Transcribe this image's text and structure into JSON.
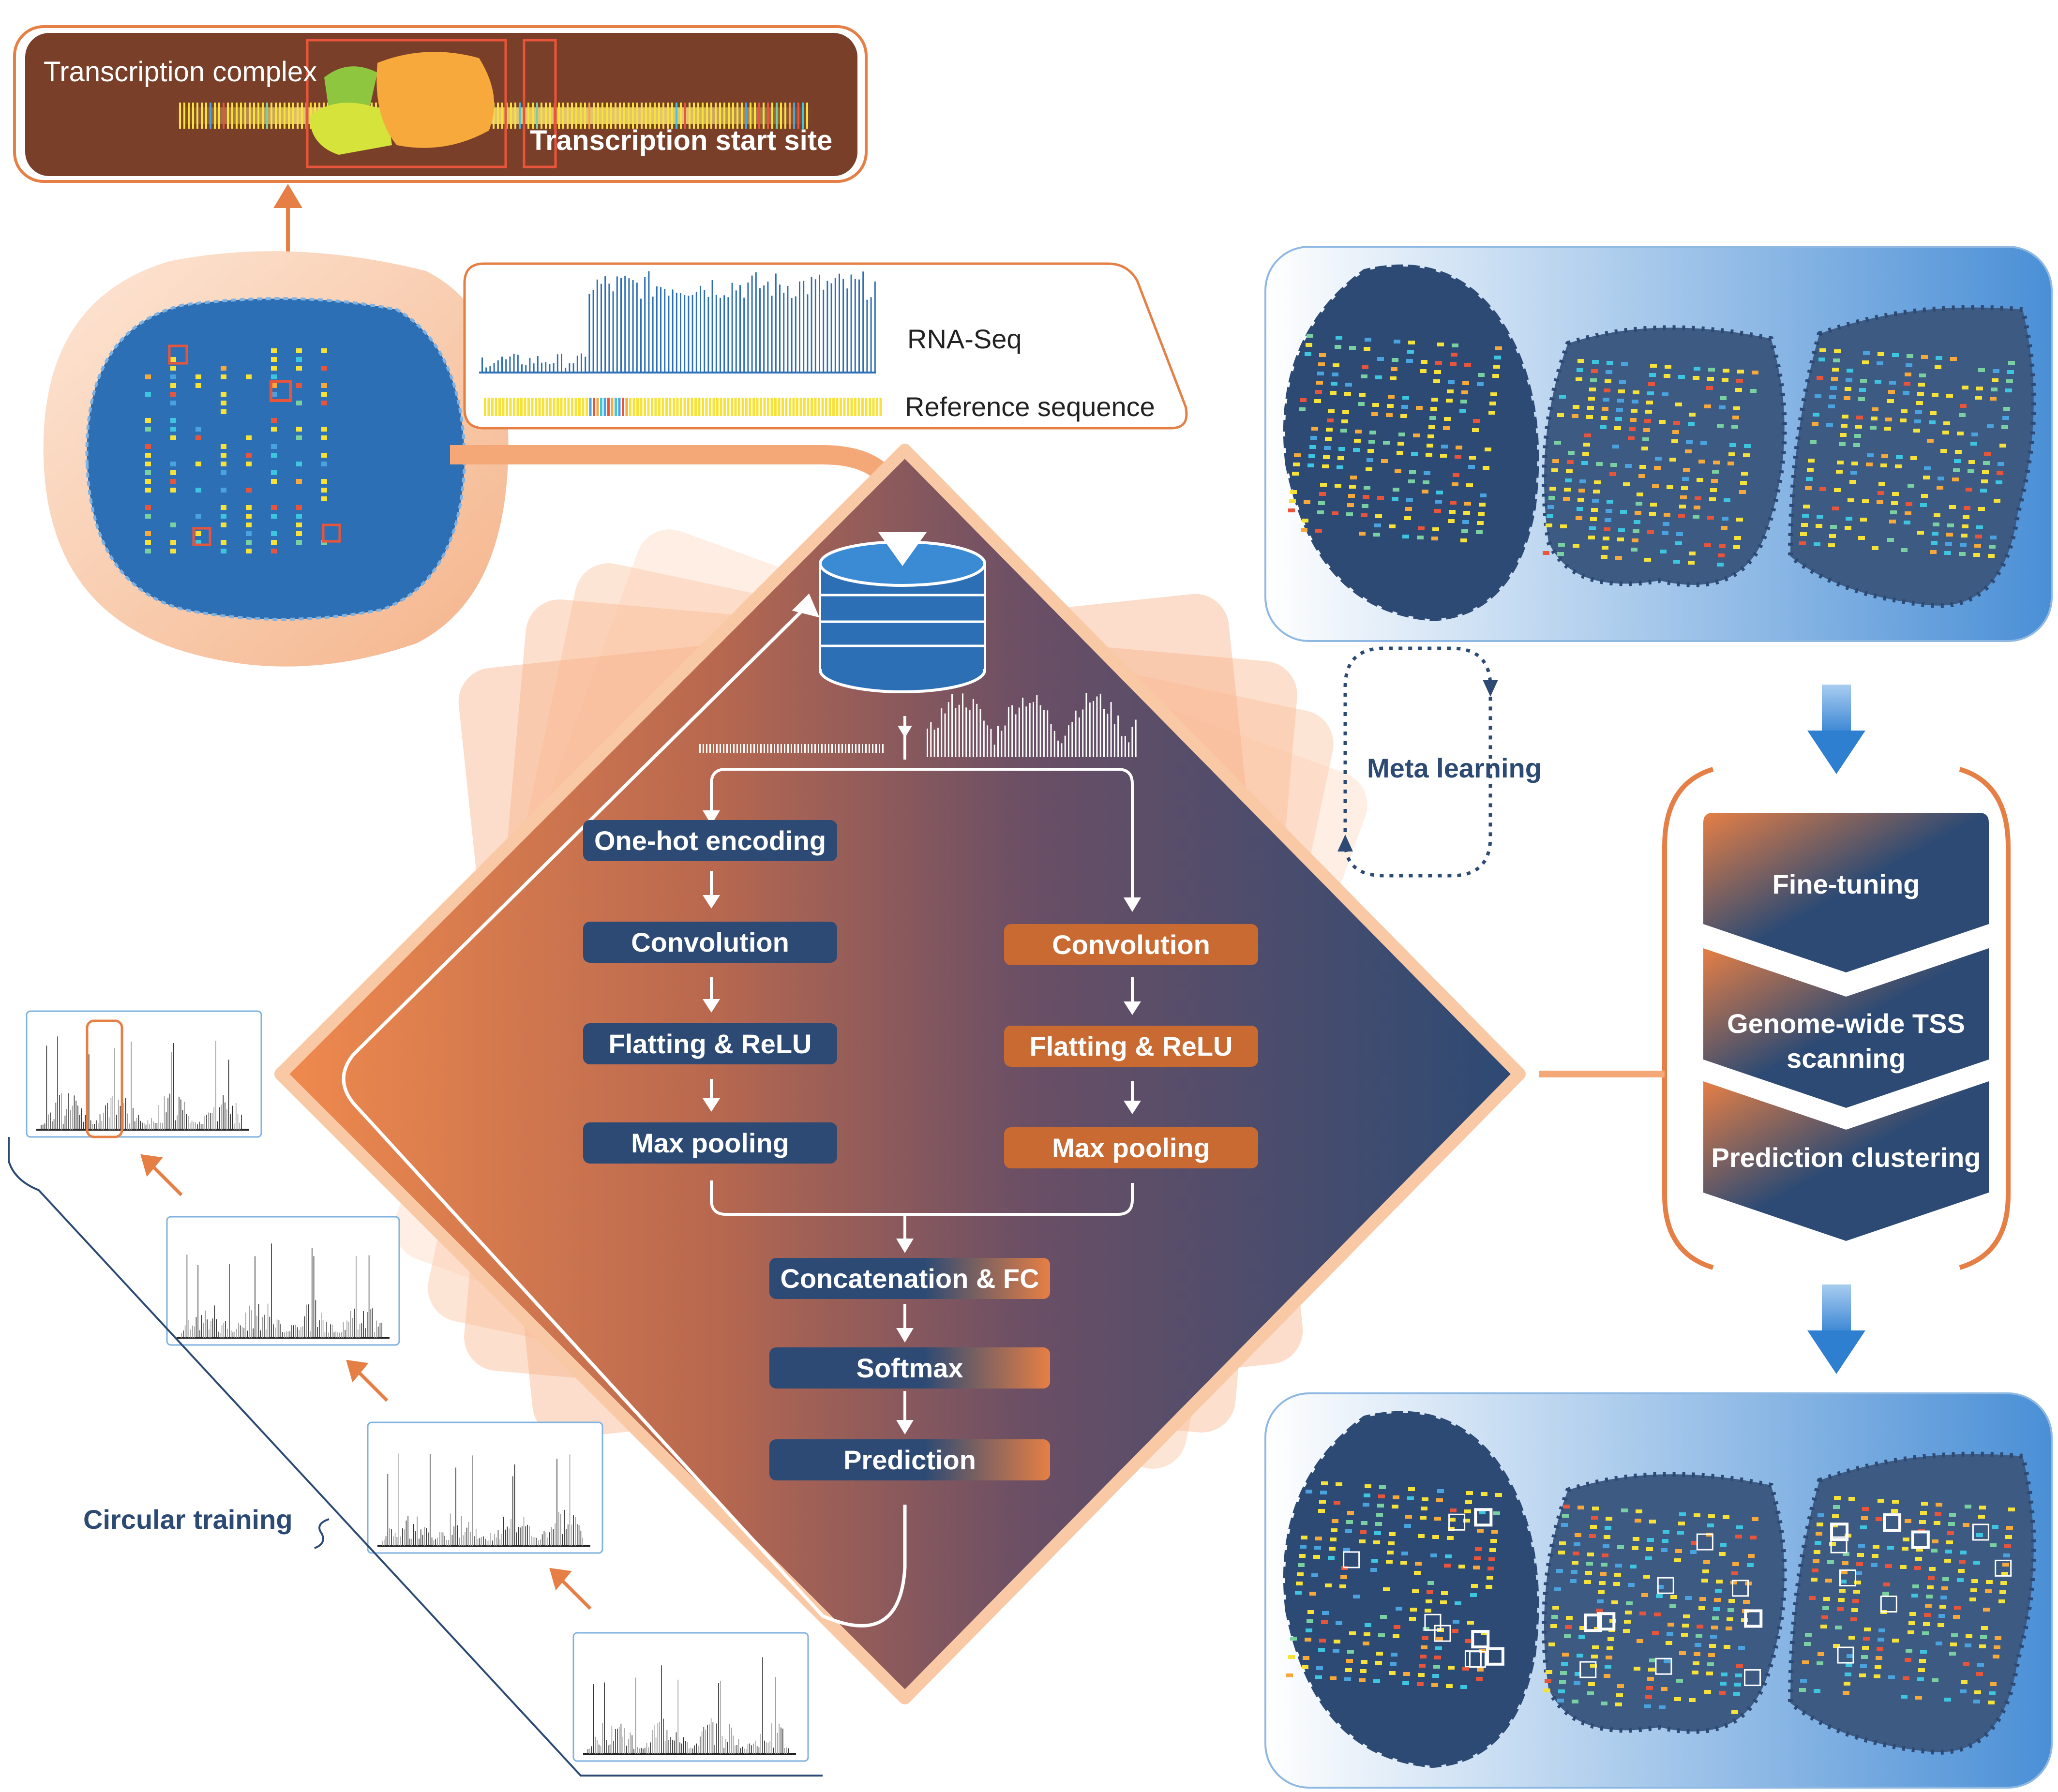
{
  "top_panel": {
    "complex_label": "Transcription complex",
    "tss_label": "Transcription start site"
  },
  "legend": {
    "rnaseq_label": "RNA-Seq",
    "reference_label": "Reference sequence"
  },
  "meta_learning_label": "Meta learning",
  "circular_training_label": "Circular training",
  "network": {
    "left_branch": [
      "One-hot encoding",
      "Convolution",
      "Flatting & ReLU",
      "Max pooling"
    ],
    "right_branch": [
      "Convolution",
      "Flatting & ReLU",
      "Max pooling"
    ],
    "merge": [
      "Concatenation & FC",
      "Softmax",
      "Prediction"
    ]
  },
  "pipeline": [
    "Fine-tuning",
    "Genome-wide TSS scanning",
    "Prediction clustering"
  ],
  "colors": {
    "navy": "#2c4a74",
    "orange": "#e67f45",
    "brown": "#7a3f28",
    "blue": "#2d6fb5"
  }
}
